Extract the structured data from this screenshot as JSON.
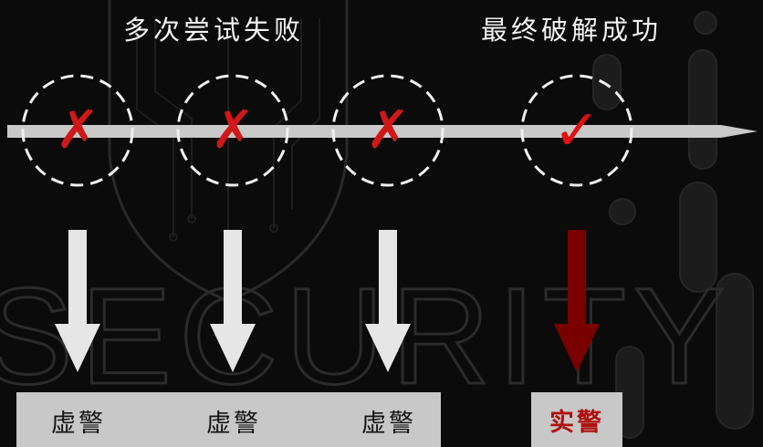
{
  "captions": {
    "failed_attempts": "多次尝试失败",
    "final_success": "最终破解成功"
  },
  "background": {
    "watermark_text": "SECURITY"
  },
  "attempts": [
    {
      "result": "fail",
      "mark": "✗",
      "label": "虚警"
    },
    {
      "result": "fail",
      "mark": "✗",
      "label": "虚警"
    },
    {
      "result": "fail",
      "mark": "✗",
      "label": "虚警"
    },
    {
      "result": "success",
      "mark": "✓",
      "label": "实警"
    }
  ],
  "colors": {
    "background": "#0b0b0b",
    "timeline": "#c9c9c9",
    "fail_mark": "#d01818",
    "success_mark": "#e01010",
    "arrow_fail": "#e6e6e6",
    "arrow_success": "#7a0000",
    "label_box": "#c8c8c8"
  }
}
